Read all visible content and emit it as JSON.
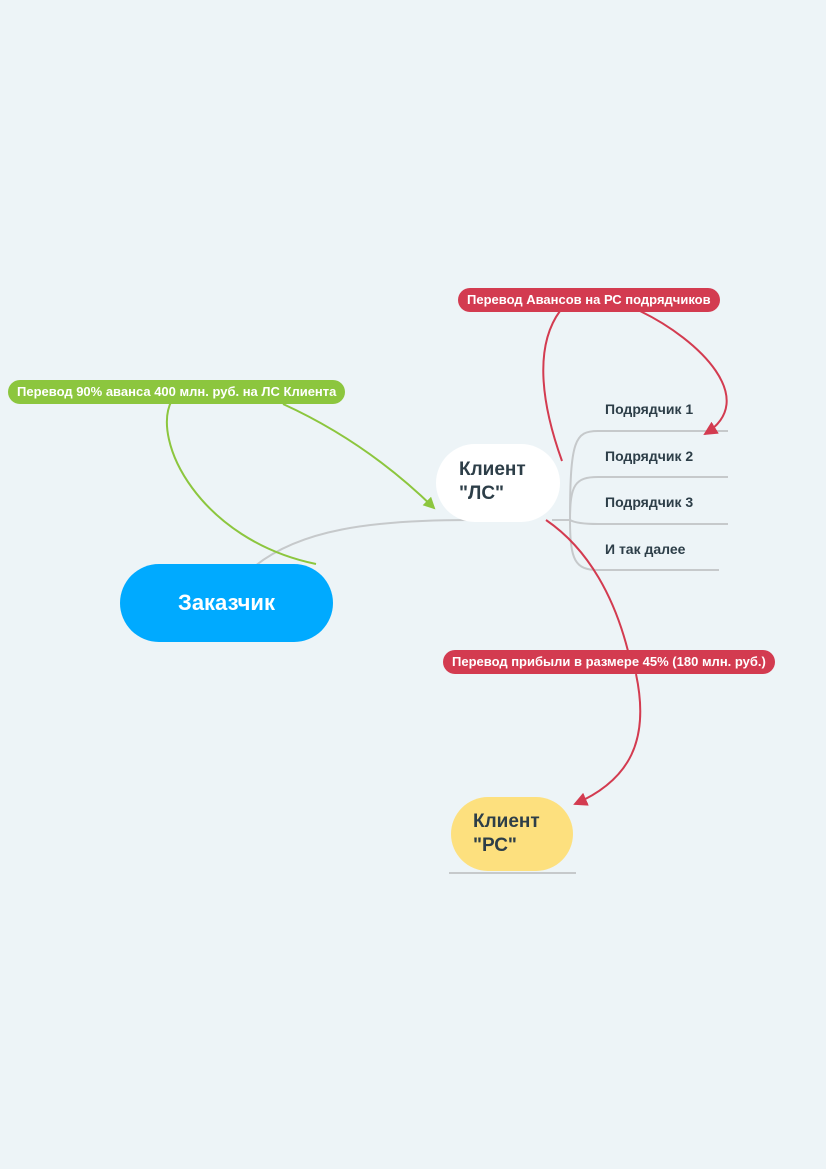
{
  "colors": {
    "background": "#edf4f7",
    "root": "#00aaff",
    "green": "#8cc63e",
    "red": "#d33b50",
    "connector": "#c6c9cb",
    "yellow": "#fde07e"
  },
  "nodes": {
    "root": "Заказчик",
    "client_ls": "Клиент\n\"ЛС\"",
    "client_rs": "Клиент\n\"РС\"",
    "contractors": [
      "Подрядчик 1",
      "Подрядчик 2",
      "Подрядчик 3",
      "И так далее"
    ]
  },
  "relations": {
    "advance": "Перевод 90% аванса 400 млн. руб. на ЛС Клиента",
    "advances_to_contractors": "Перевод Авансов на РС подрядчиков",
    "profit": "Перевод прибыли в размере 45% (180 млн. руб.)"
  }
}
